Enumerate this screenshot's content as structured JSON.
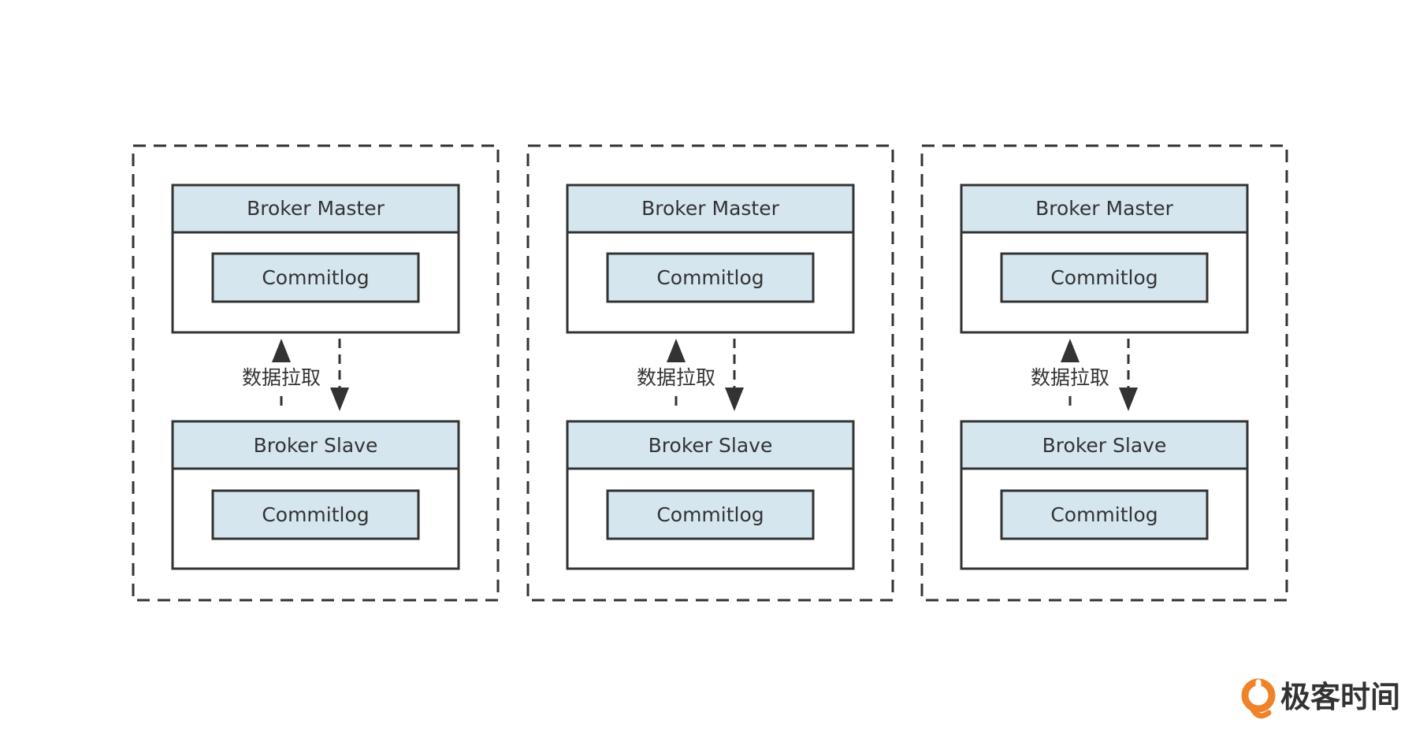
{
  "diagram": {
    "groups": [
      {
        "master_label": "Broker Master",
        "master_log_label": "Commitlog",
        "slave_label": "Broker Slave",
        "slave_log_label": "Commitlog",
        "sync_label": "数据拉取"
      },
      {
        "master_label": "Broker Master",
        "master_log_label": "Commitlog",
        "slave_label": "Broker Slave",
        "slave_log_label": "Commitlog",
        "sync_label": "数据拉取"
      },
      {
        "master_label": "Broker Master",
        "master_log_label": "Commitlog",
        "slave_label": "Broker Slave",
        "slave_log_label": "Commitlog",
        "sync_label": "数据拉取"
      }
    ],
    "colors": {
      "header_fill": "#d5e6ef",
      "stroke": "#333333",
      "brand_orange": "#f0832a"
    }
  },
  "brand": {
    "name": "极客时间",
    "icon": "geektime-logo-icon"
  }
}
